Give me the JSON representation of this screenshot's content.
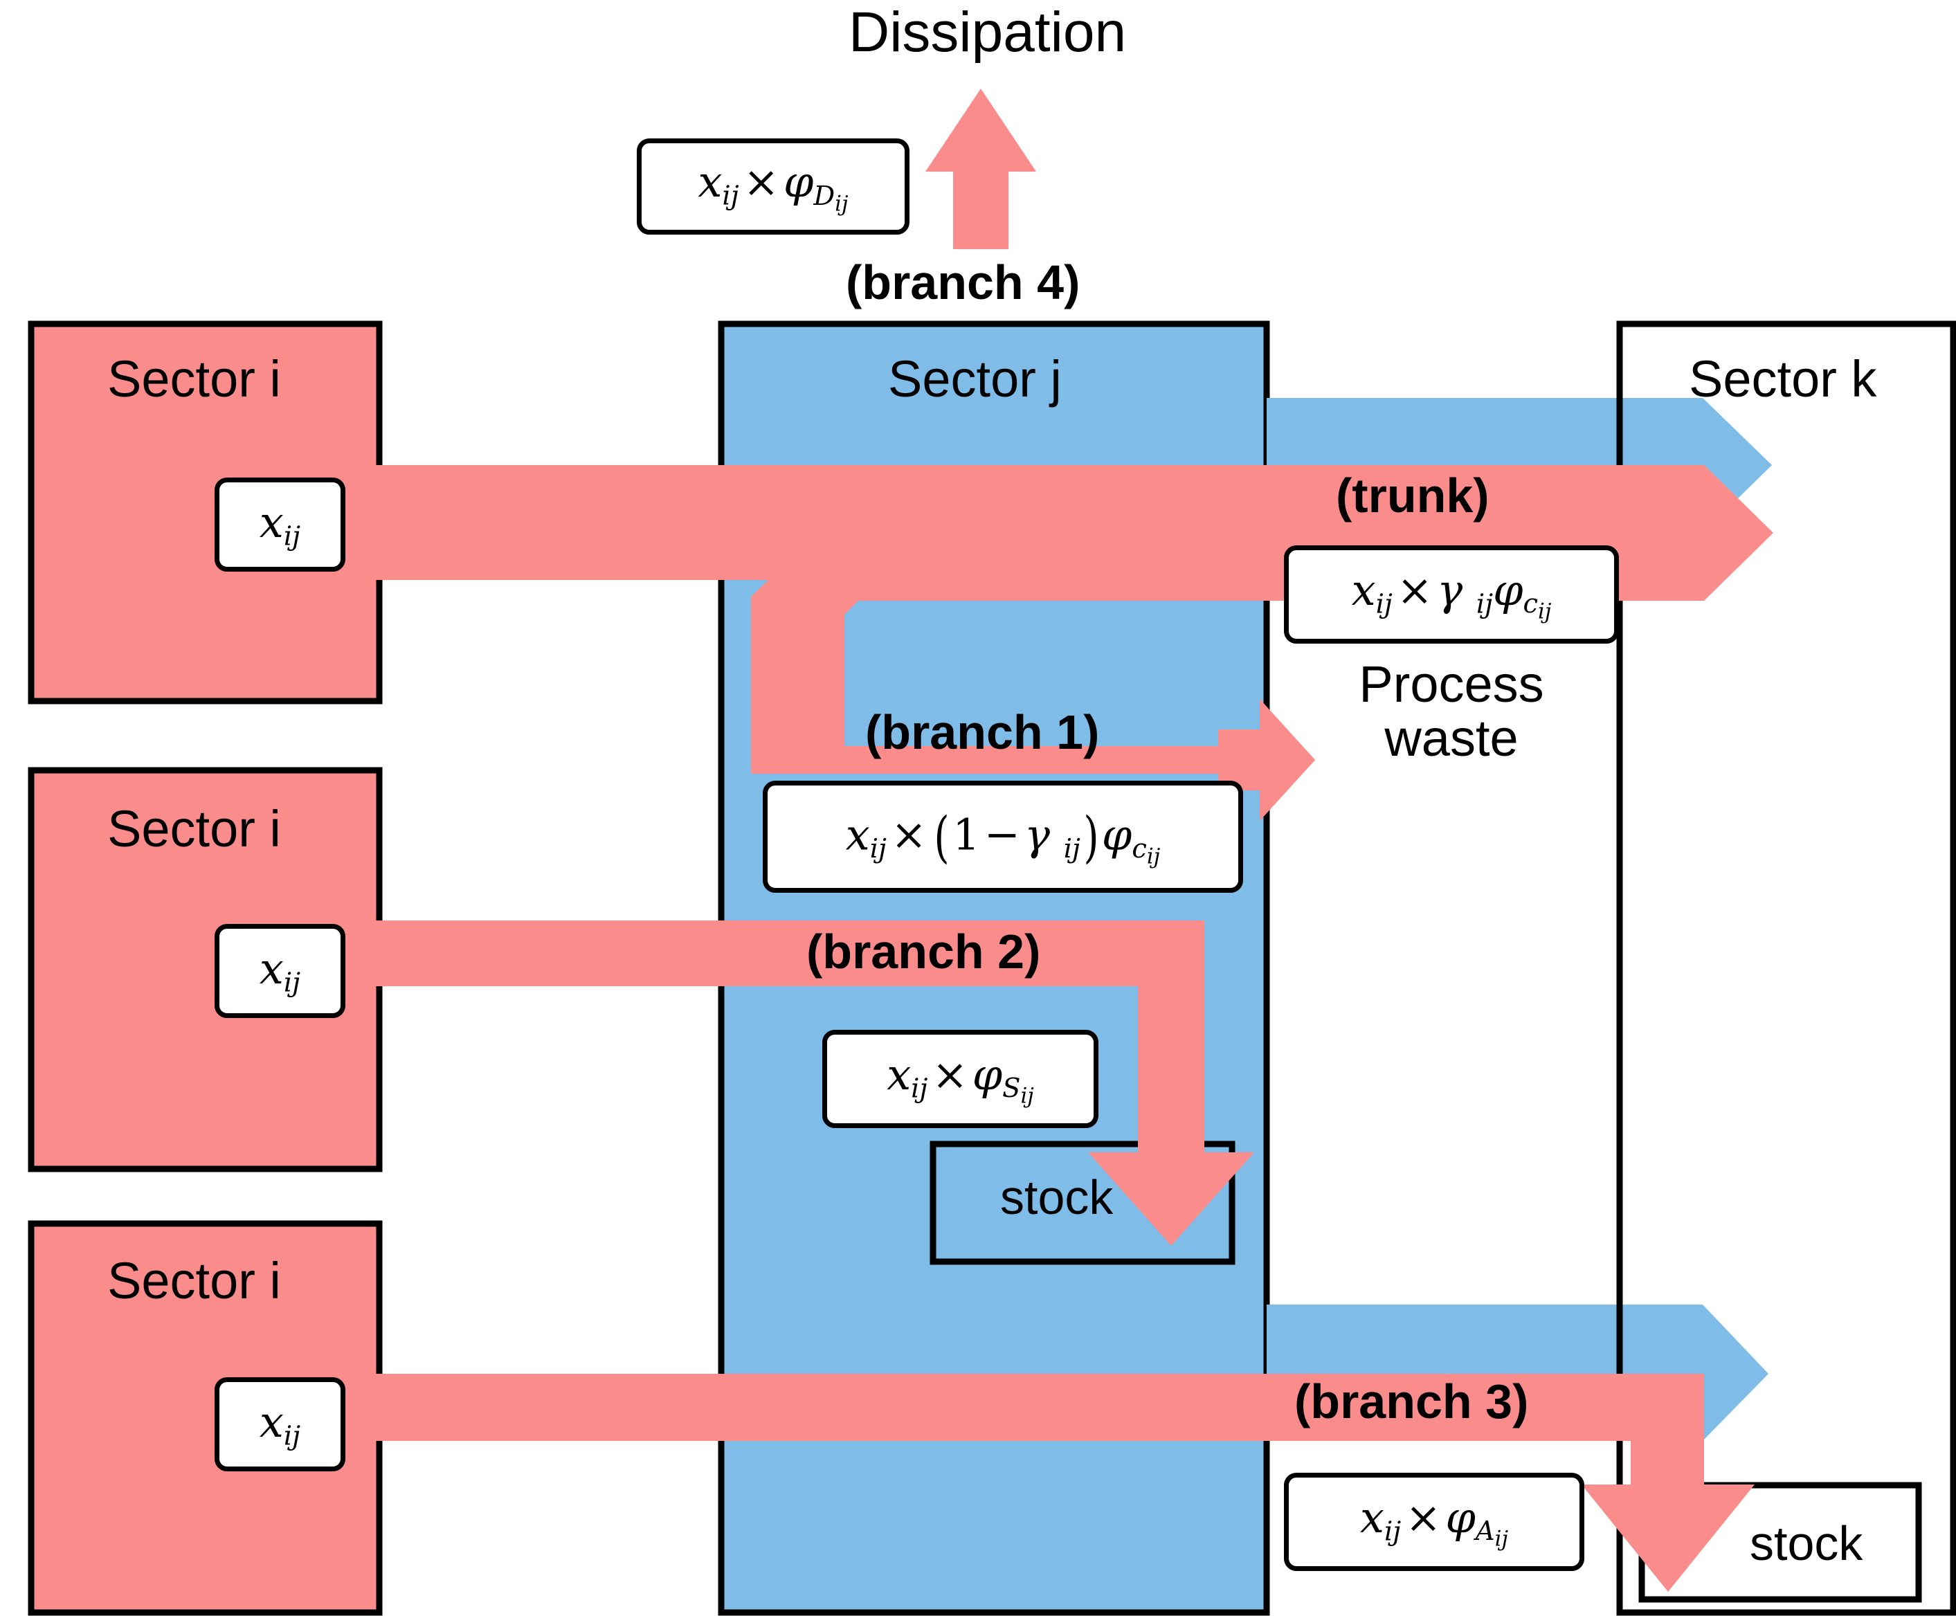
{
  "diagram": {
    "title_text": "Dissipation",
    "colors": {
      "flow_pink": "#FA8C8C",
      "sector_blue": "#7FBCE8",
      "outline_black": "#000000",
      "background_white": "#FFFFFF"
    }
  },
  "sectors": {
    "source_1": "Sector i",
    "source_2": "Sector i",
    "source_3": "Sector i",
    "process": "Sector j",
    "destination": "Sector k"
  },
  "nodes": {
    "dissipation": "Dissipation",
    "process_waste_line1": "Process",
    "process_waste_line2": "waste",
    "stock_j": "stock",
    "stock_k": "stock"
  },
  "branch_labels": {
    "trunk": "(trunk)",
    "branch1": "(branch 1)",
    "branch2": "(branch 2)",
    "branch3": "(branch 3)",
    "branch4": "(branch 4)"
  },
  "formulas": {
    "input_1": {
      "plain": "x_ij",
      "base": "x",
      "sub": "ij"
    },
    "input_2": {
      "plain": "x_ij",
      "base": "x",
      "sub": "ij"
    },
    "input_3": {
      "plain": "x_ij",
      "base": "x",
      "sub": "ij"
    },
    "dissipation_flow": {
      "plain": "x_ij × φ_D_ij",
      "symbol": "φ",
      "sym_sub": "D",
      "sym_sub_sub": "ij"
    },
    "process_waste_flow": {
      "plain": "x_ij × γ_ij φ_c_ij",
      "gamma": "γ",
      "symbol": "φ",
      "sym_sub": "c"
    },
    "branch1_flow": {
      "plain": "x_ij × (1 − γ_ij) φ_c_ij",
      "one": "1",
      "minus": "−",
      "gamma": "γ",
      "symbol": "φ",
      "sym_sub": "c"
    },
    "branch2_flow": {
      "plain": "x_ij × φ_S_ij",
      "symbol": "φ",
      "sym_sub": "S"
    },
    "branch3_flow": {
      "plain": "x_ij × φ_A_ij",
      "symbol": "φ",
      "sym_sub": "A"
    }
  }
}
